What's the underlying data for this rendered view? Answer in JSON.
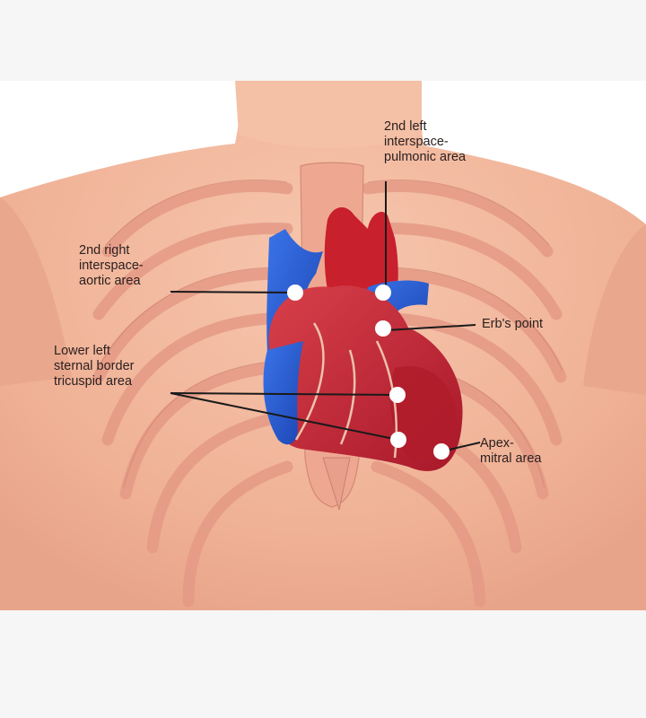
{
  "labels": {
    "pulmonic": [
      "2nd left",
      "interspace-",
      "pulmonic area"
    ],
    "aortic": [
      "2nd right",
      "interspace-",
      "aortic area"
    ],
    "erbs": [
      "Erb's point"
    ],
    "tricuspid": [
      "Lower left",
      "sternal border",
      "tricuspid area"
    ],
    "mitral": [
      "Apex-",
      "mitral area"
    ]
  },
  "colors": {
    "skin": "#f2b79c",
    "rib": "#e8a08c",
    "artery": "#c8202c",
    "vein": "#2e63d6",
    "point": "#ffffff",
    "leader": "#1a1a1a"
  }
}
